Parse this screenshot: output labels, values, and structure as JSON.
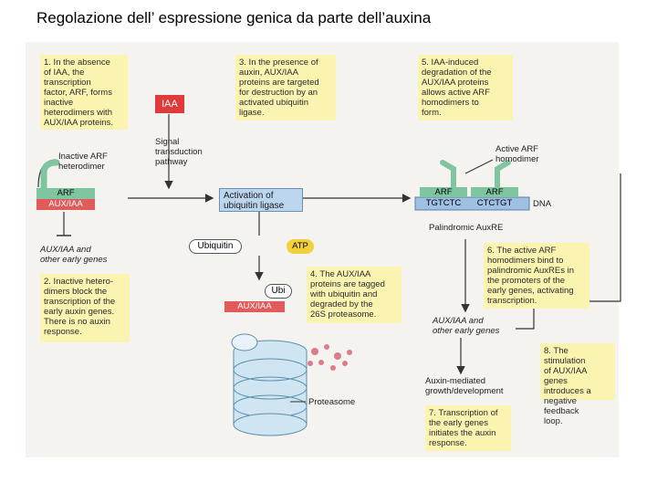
{
  "title": "Regolazione dell’ espressione genica da parte dell’auxina",
  "notes": {
    "n1": "1. In the absence\nof IAA, the\ntranscription\nfactor, ARF, forms\ninactive\nheterodimers with\nAUX/IAA proteins.",
    "n2": "2. Inactive hetero-\ndimers block the\ntranscription of the\nearly auxin genes.\nThere is no auxin\nresponse.",
    "n3": "3. In the presence of\nauxin, AUX/IAA\nproteins are targeted\nfor destruction by an\nactivated ubiquitin\nligase.",
    "n4": "4. The AUX/IAA\nproteins are tagged\nwith ubiquitin and\ndegraded by the\n26S proteasome.",
    "n5": "5. IAA-induced\ndegradation of the\nAUX/IAA proteins\nallows active ARF\nhomodimers to\nform.",
    "n6": "6. The active ARF\nhomodimers bind to\npalindromic AuxREs in\nthe promoters of the\nearly genes, activating\ntranscription.",
    "n7": "7. Transcription of\nthe early genes\ninitiates the auxin\nresponse.",
    "n8": "8. The stimulation\nof AUX/IAA genes\nintroduces a\nnegative feedback\nloop."
  },
  "labels": {
    "iaa": "IAA",
    "signal": "Signal\ntransduction\npathway",
    "inactive_arf": "Inactive ARF\nheterodimer",
    "arf": "ARF",
    "aux_iaa": "AUX/IAA",
    "aux_genes_left": "AUX/IAA and\nother early genes",
    "activation": "Activation of\nubiquitin ligase",
    "ubiquitin": "Ubiquitin",
    "atp": "ATP",
    "ubi": "Ubi",
    "aux_iaa_tagged": "AUX/IAA",
    "proteasome": "Proteasome",
    "active_arf": "Active ARF\nhomodimer",
    "arf_left": "ARF",
    "arf_right": "ARF",
    "seq_left": "TGTCTC",
    "seq_right": "CTCTGT",
    "dna": "DNA",
    "palindromic": "Palindromic AuxRE",
    "aux_genes_right": "AUX/IAA and\nother early genes",
    "growth": "Auxin-mediated\ngrowth/development"
  },
  "colors": {
    "note_bg": "#fbf4b0",
    "arf_green": "#7fc6a0",
    "aux_red": "#e25a5a",
    "iaa_red": "#e03a3a",
    "ligase_blue": "#bcd6ee",
    "dna_blue": "#9ec1e3",
    "atp_yellow": "#f2d23a",
    "proteasome_blue": "#cfe6f2"
  }
}
